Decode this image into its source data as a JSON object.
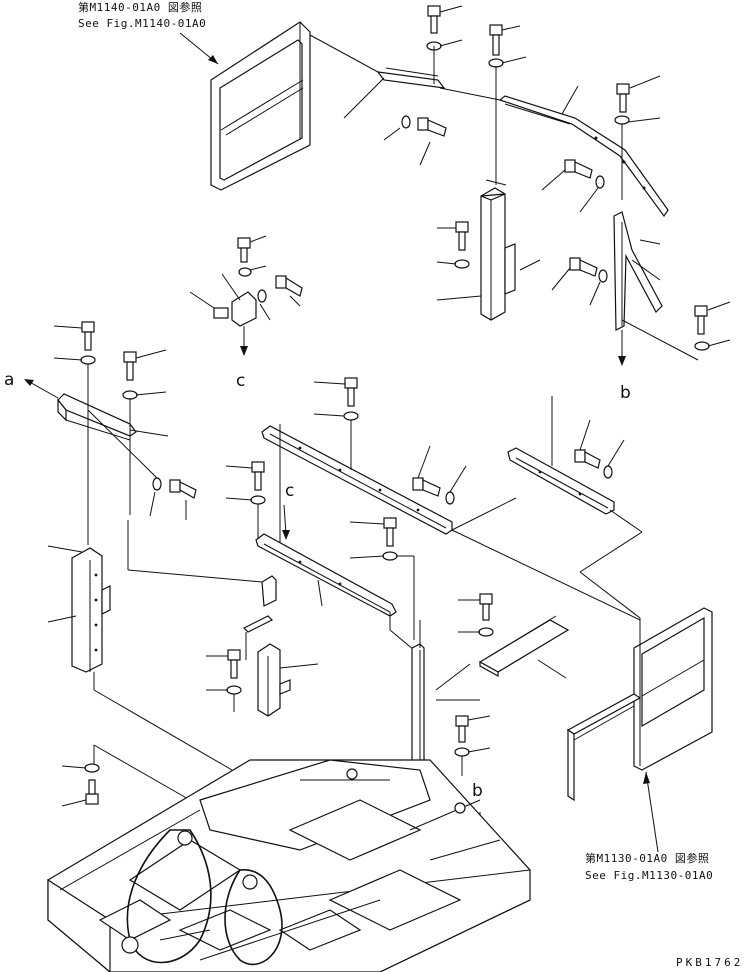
{
  "references": {
    "top_left_ref_jp": "第M1140-01A0 図参照",
    "top_left_ref_en": "See Fig.M1140-01A0",
    "bottom_right_ref_jp": "第M1130-01A0 図参照",
    "bottom_right_ref_en": "See Fig.M1130-01A0"
  },
  "callouts": {
    "a_top": "a",
    "a_left": "a",
    "b_right": "b",
    "b_bottom": "b",
    "c_left": "c",
    "c_mid": "c"
  },
  "drawing_code": "PKB1762"
}
